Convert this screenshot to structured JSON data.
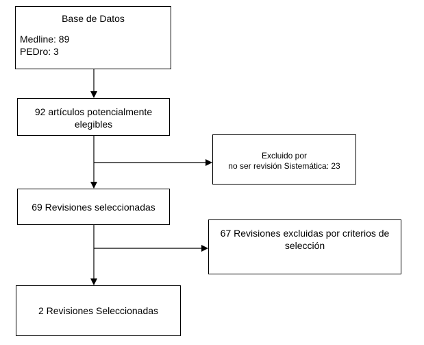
{
  "database_box": {
    "title": "Base de Datos",
    "lines": [
      "Medline: 89",
      "PEDro: 3"
    ]
  },
  "eligible_box": {
    "text": "92 artículos potencialmente elegibles"
  },
  "excluded_1_box": {
    "line1": "Excluido por",
    "line2": "no ser revisión Sistemática: 23"
  },
  "selected_69_box": {
    "text": "69 Revisiones seleccionadas"
  },
  "excluded_2_box": {
    "text": "67 Revisiones excluidas por criterios de selección"
  },
  "final_box": {
    "text": "2 Revisiones Seleccionadas"
  },
  "colors": {
    "line": "#000000",
    "background": "#ffffff"
  }
}
